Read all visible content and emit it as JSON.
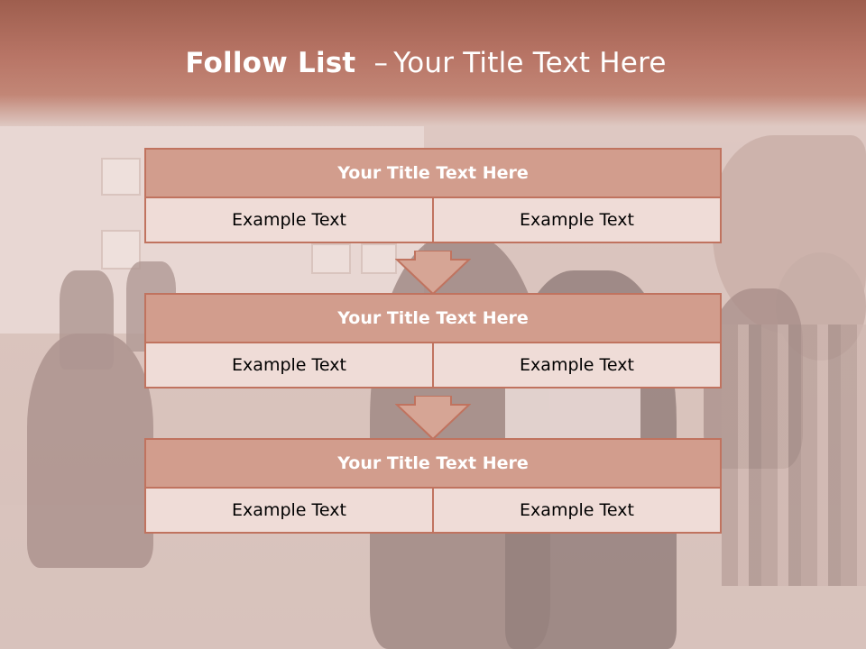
{
  "slide": {
    "title_bold": "Follow List",
    "title_sep": "–",
    "title_rest": "Your Title Text Here"
  },
  "blocks": [
    {
      "header": "Your Title Text Here",
      "cells": [
        "Example Text",
        "Example Text"
      ]
    },
    {
      "header": "Your Title Text Here",
      "cells": [
        "Example Text",
        "Example Text"
      ]
    },
    {
      "header": "Your Title Text Here",
      "cells": [
        "Example Text",
        "Example Text"
      ]
    }
  ],
  "colors": {
    "header_band": "#b87566",
    "table_header": "#d29d8d",
    "table_cell": "#efdcd7",
    "border": "#c0735f",
    "arrow_fill": "#d6a595"
  },
  "icons": [
    "down-arrow-icon",
    "down-arrow-icon"
  ]
}
